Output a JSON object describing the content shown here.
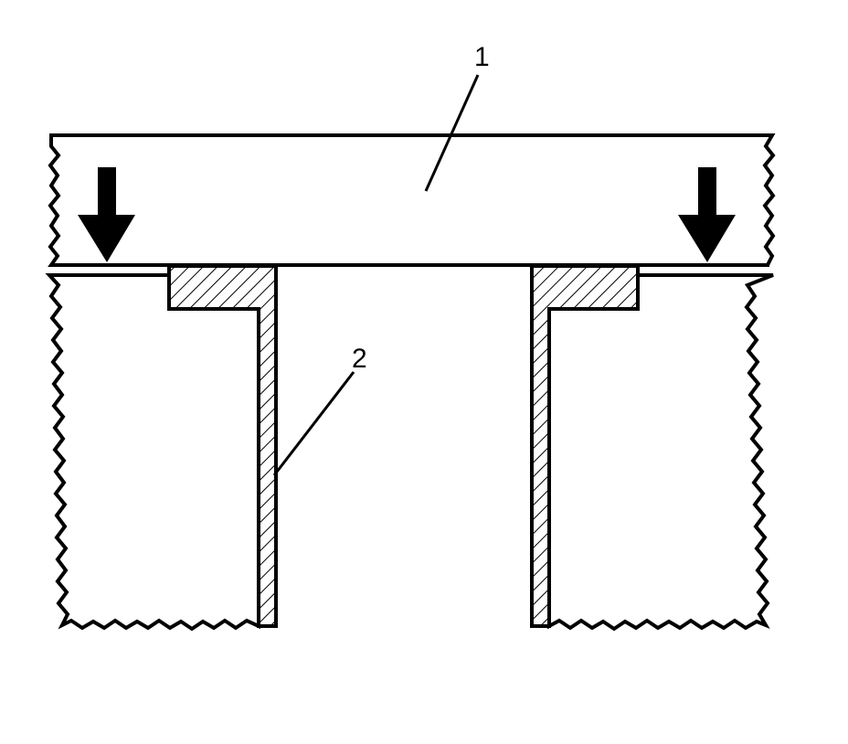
{
  "callouts": [
    {
      "id": "1",
      "label": "1"
    },
    {
      "id": "2",
      "label": "2"
    }
  ],
  "colors": {
    "ink": "#000000",
    "paper": "#ffffff"
  },
  "icons": [
    "down-arrow-icon",
    "down-arrow-icon"
  ]
}
